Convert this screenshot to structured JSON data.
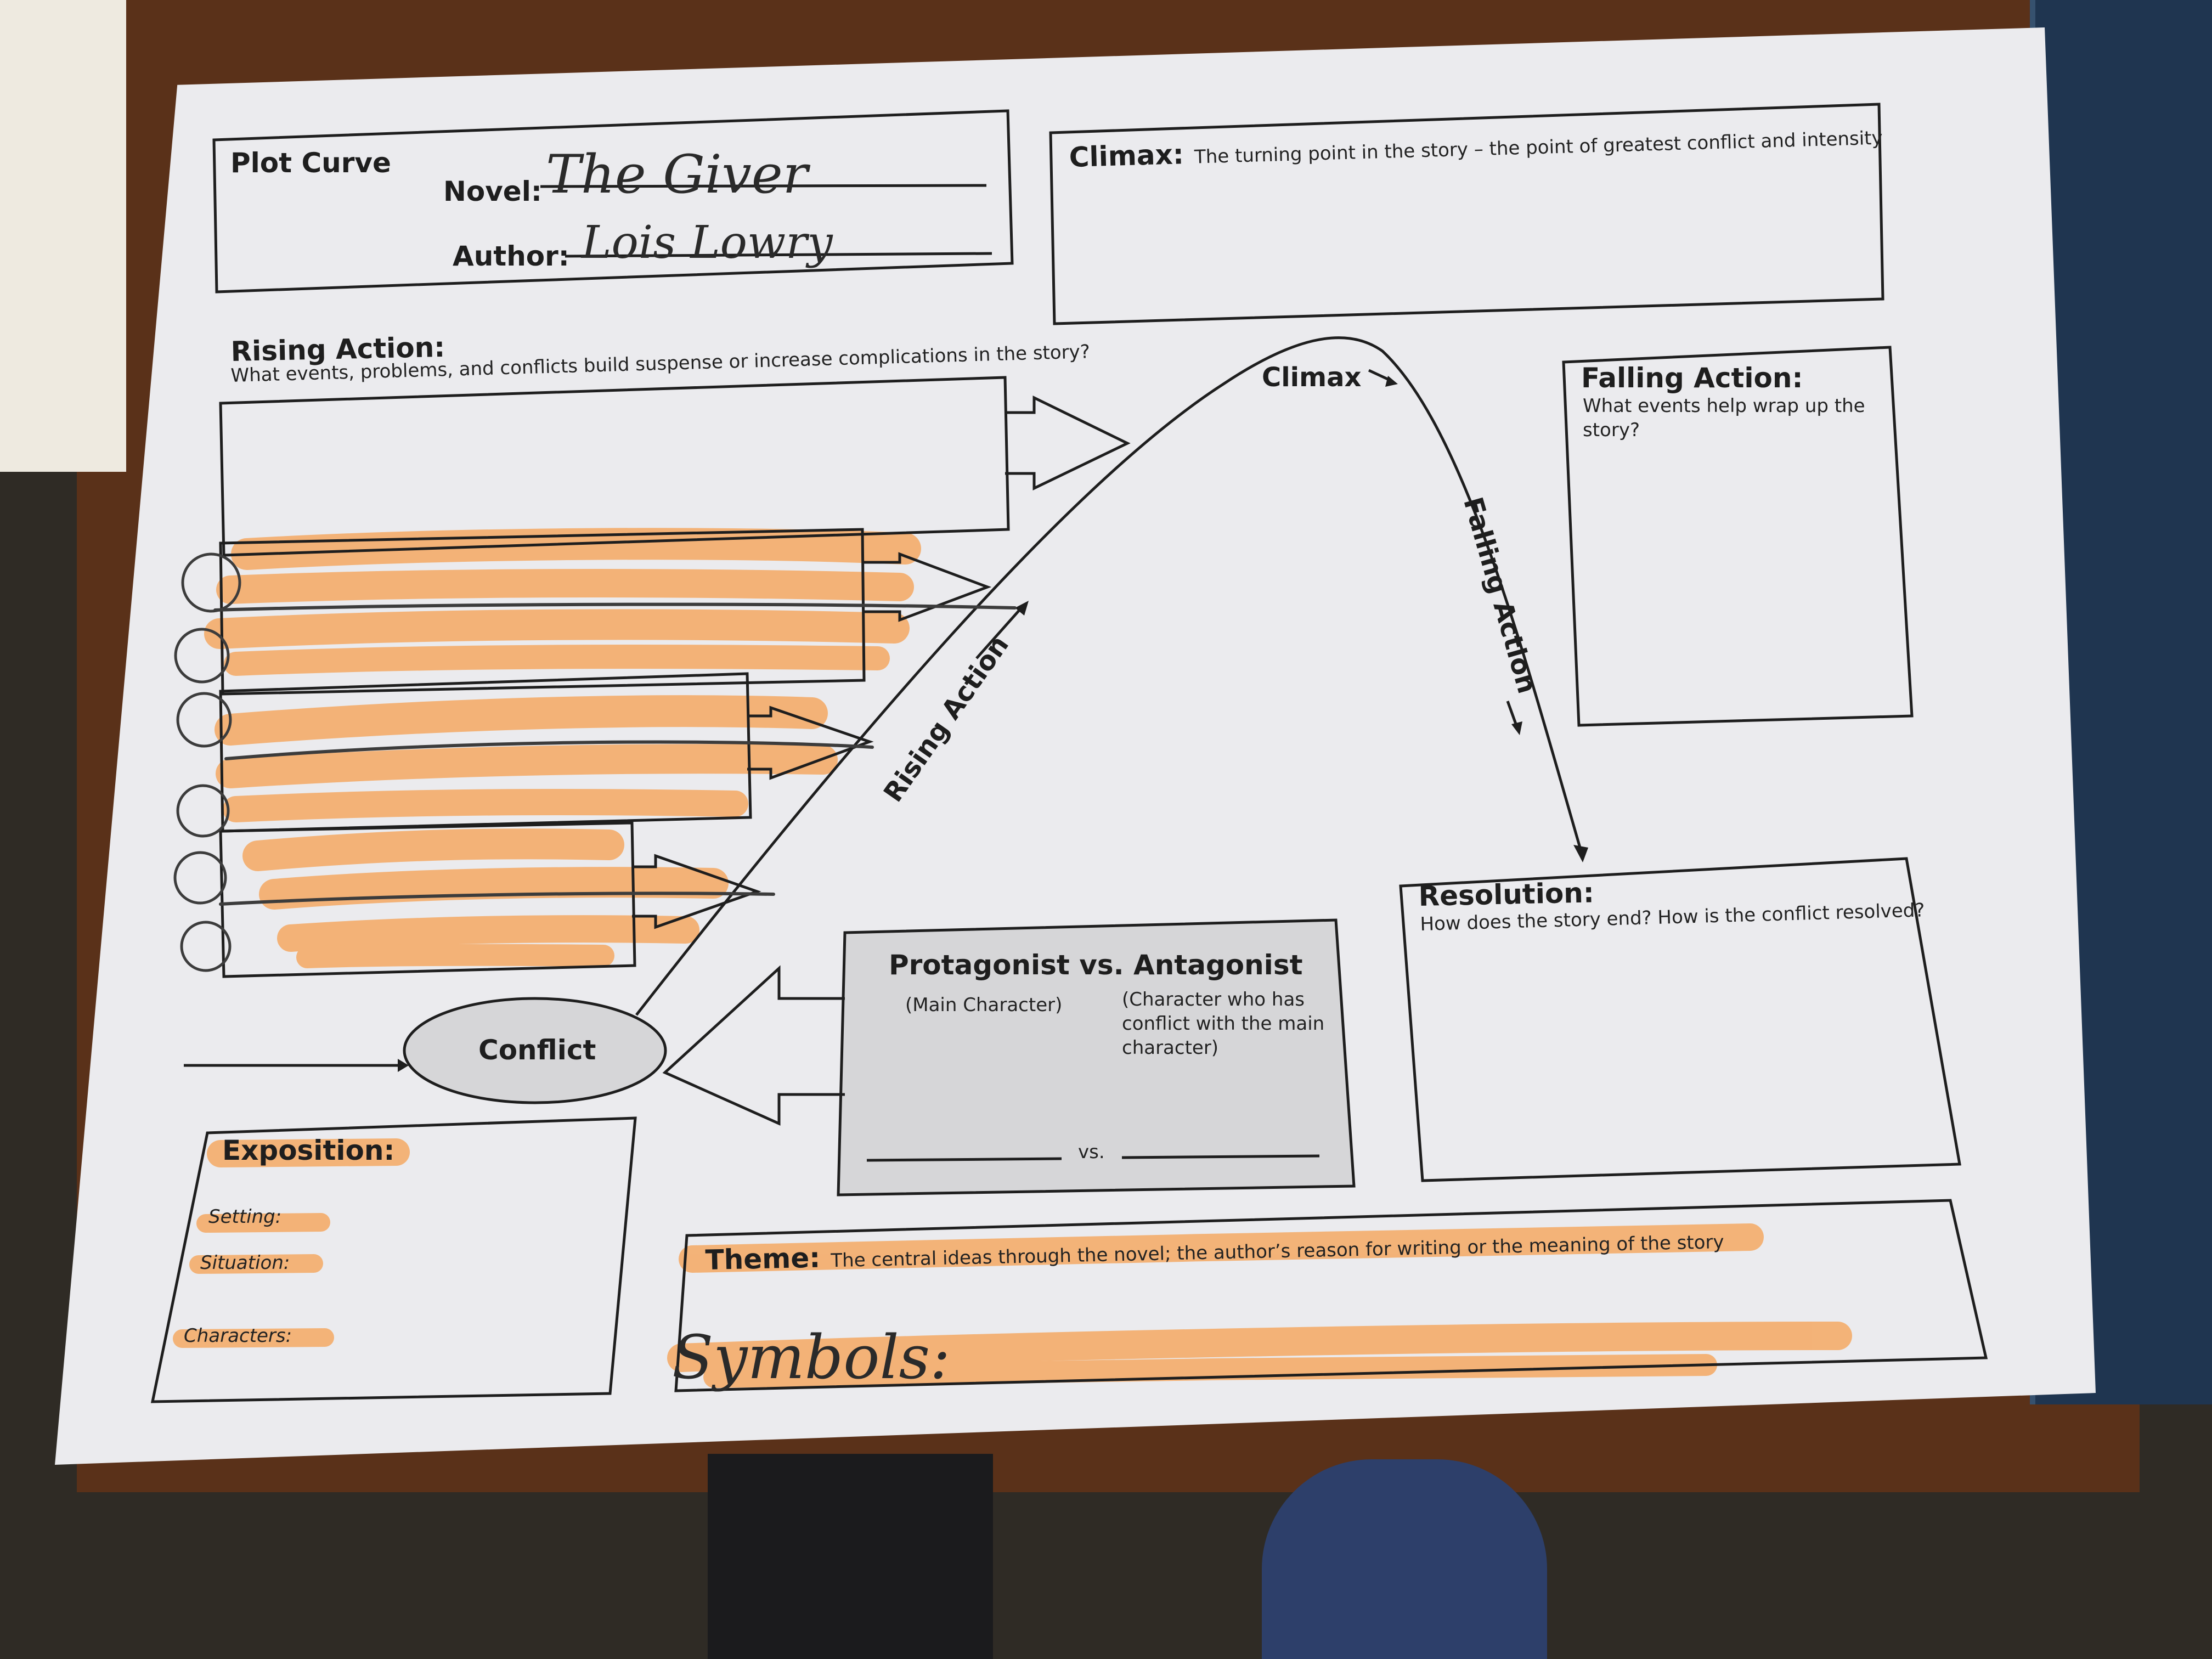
{
  "header": {
    "title": "Plot Curve",
    "novel_label": "Novel:",
    "author_label": "Author:"
  },
  "handwriting": {
    "novel": "The Giver",
    "author": "Lois Lowry",
    "symbols": "Symbols:"
  },
  "climax_box": {
    "label": "Climax:",
    "description": "The turning point in the story – the point of greatest conflict and intensity"
  },
  "rising_action": {
    "label": "Rising Action:",
    "question": "What events, problems, and conflicts build suspense or increase complications in the story?"
  },
  "curve": {
    "climax_label": "Climax",
    "rising_label": "Rising Action",
    "falling_label": "Falling Action"
  },
  "falling_action": {
    "label": "Falling Action:",
    "question": "What events help wrap up the story?"
  },
  "resolution": {
    "label": "Resolution:",
    "question": "How does the story end?  How is the conflict resolved?"
  },
  "conflict": {
    "label": "Conflict"
  },
  "protagonist": {
    "title_left": "Protagonist",
    "title_right": " vs. Antagonist",
    "left_hint": "(Main Character)",
    "right_hint": "(Character who has conflict with the main character)",
    "vs": "vs."
  },
  "exposition": {
    "label": "Exposition:",
    "setting": "Setting:",
    "situation": "Situation:",
    "characters": "Characters:"
  },
  "theme": {
    "label": "Theme:",
    "description": "The central ideas through the novel; the author’s reason for writing or the meaning of the story"
  },
  "colors": {
    "highlighter": "#f5a55a",
    "ink": "#1e1e1e",
    "paper": "#ebebee"
  }
}
